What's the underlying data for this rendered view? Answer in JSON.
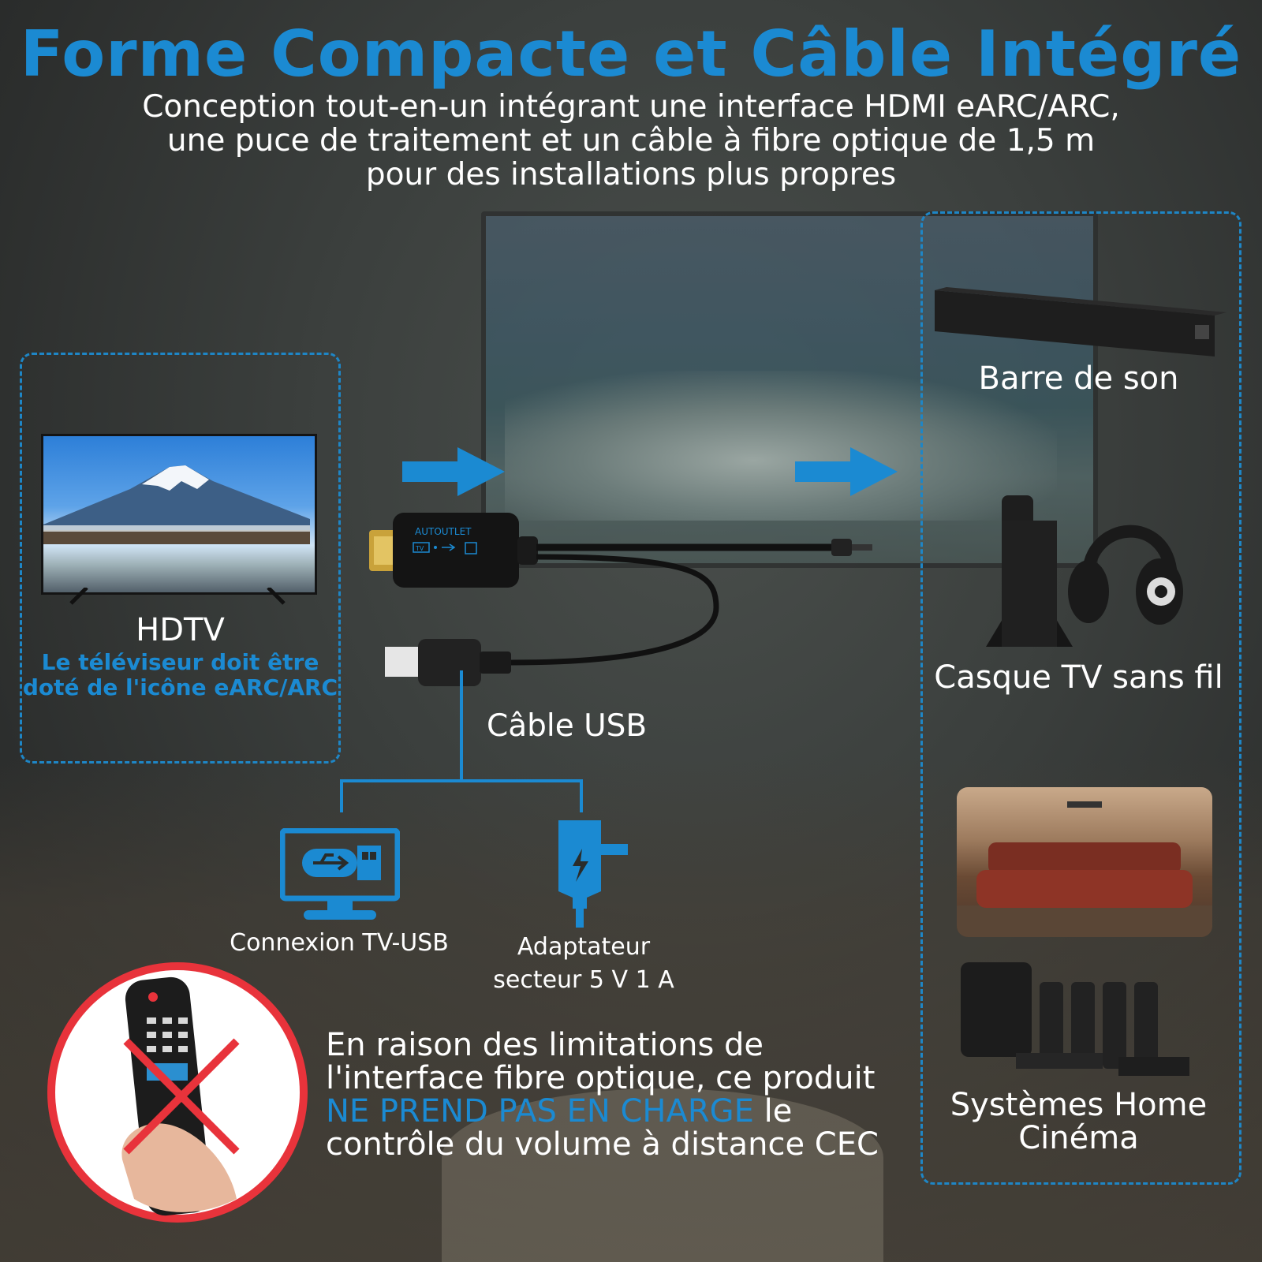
{
  "header": {
    "title": "Forme Compacte et Câble Intégré",
    "subtitle_lines": [
      "Conception tout-en-un intégrant une interface HDMI eARC/ARC,",
      "une puce de traitement et un câble à fibre optique de 1,5 m",
      "pour des installations plus propres"
    ]
  },
  "source": {
    "label": "HDTV",
    "note": "Le téléviseur doit être doté de l'icône eARC/ARC"
  },
  "adapter": {
    "brand": "AUTOUTLET",
    "port_tv": "TV",
    "usb_cable_label": "Câble USB"
  },
  "power": {
    "tv_usb_label": "Connexion TV-USB",
    "adapter_label": "Adaptateur secteur 5 V 1 A"
  },
  "cec_note": {
    "part1": "En raison des limitations de l'interface fibre optique, ce produit ",
    "highlight": "NE PREND PAS EN CHARGE",
    "part2": " le contrôle du volume à distance CEC"
  },
  "outputs": {
    "soundbar": "Barre de son",
    "headphones": "Casque TV sans fil",
    "home_cinema_lines": [
      "Systèmes Home",
      "Cinéma"
    ]
  },
  "colors": {
    "accent": "#1b8ad2",
    "prohibition": "#e8333b",
    "text": "#ffffff"
  },
  "icons": [
    "right-arrow-icon",
    "usb-icon",
    "monitor-icon",
    "power-plug-icon",
    "lightning-icon",
    "prohibited-icon"
  ]
}
